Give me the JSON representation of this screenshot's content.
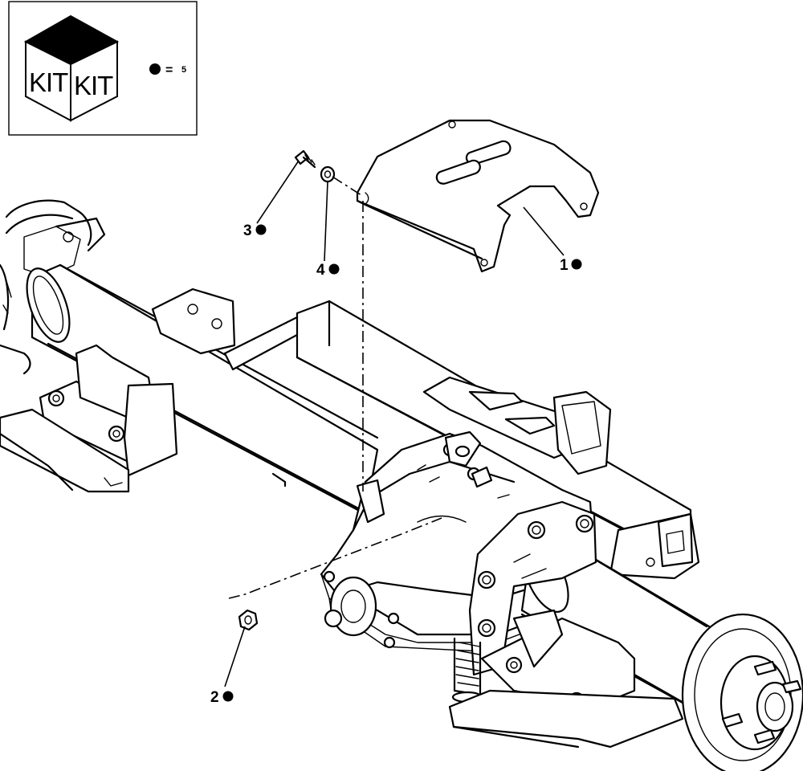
{
  "legend": {
    "kit_faces": [
      "KIT",
      "KIT"
    ],
    "equals_sign": "=",
    "kit_quantity": "5",
    "bullet_icon": "filled-circle-icon"
  },
  "callouts": [
    {
      "id": "1",
      "label": "1",
      "marker": "filled-circle-icon"
    },
    {
      "id": "2",
      "label": "2",
      "marker": "filled-circle-icon"
    },
    {
      "id": "3",
      "label": "3",
      "marker": "filled-circle-icon"
    },
    {
      "id": "4",
      "label": "4",
      "marker": "filled-circle-icon"
    }
  ],
  "colors": {
    "line": "#000000",
    "background": "#ffffff"
  }
}
